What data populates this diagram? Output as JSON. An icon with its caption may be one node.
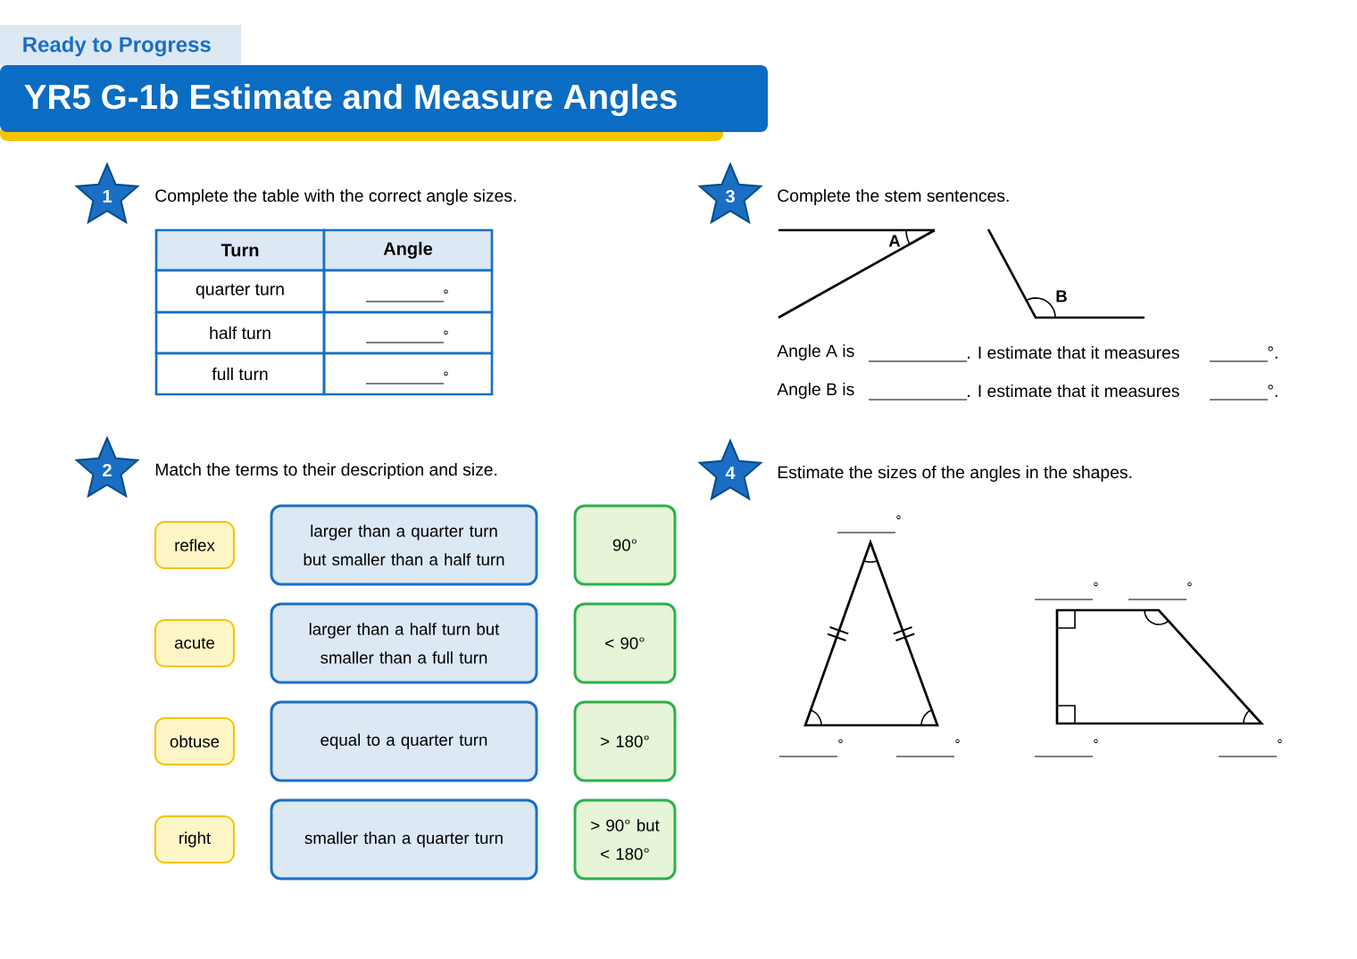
{
  "diagram": {
    "title": "YR5 G-1b Estimate and Measure Angles",
    "nodes": [
      {
        "text": [
          "1"
        ],
        "beside": [
          "Complete the table with the correct angle sizes."
        ]
      },
      {
        "text": [
          "2"
        ],
        "beside": [
          "Match the terms to their description and size."
        ]
      },
      {
        "text": [
          "3"
        ],
        "beside": [
          "Complete the stem sentences."
        ]
      },
      {
        "text": [
          "4"
        ],
        "beside": [
          "Estimate the sizes of the angles in the shapes."
        ]
      },
      {
        "text": [
          "reflex"
        ]
      },
      {
        "text": [
          "larger than a quarter turn but smaller than a half turn"
        ]
      },
      {
        "text": [
          "90°"
        ]
      },
      {
        "text": [
          "acute"
        ]
      },
      {
        "text": [
          "larger than a half turn but smaller than a full turn"
        ]
      },
      {
        "text": [
          "< 90°"
        ]
      },
      {
        "text": [
          "obtuse"
        ]
      },
      {
        "text": [
          "equal to a quarter turn"
        ]
      },
      {
        "text": [
          "> 180°"
        ]
      },
      {
        "text": [
          "right"
        ]
      },
      {
        "text": [
          "smaller than a quarter turn"
        ]
      },
      {
        "text": [
          "> 90° but < 180°"
        ]
      }
    ],
    "labels": [
      "Ready to Progress",
      "Turn",
      "Angle",
      "quarter turn",
      "°",
      "half turn",
      "°",
      "full turn",
      "°",
      "A",
      "B",
      "Angle A is",
      ". I estimate that it measures",
      "°.",
      "Angle B is",
      ". I estimate that it measures",
      "°.",
      "°",
      "°",
      "°",
      "°",
      "°",
      "°",
      "°"
    ]
  }
}
